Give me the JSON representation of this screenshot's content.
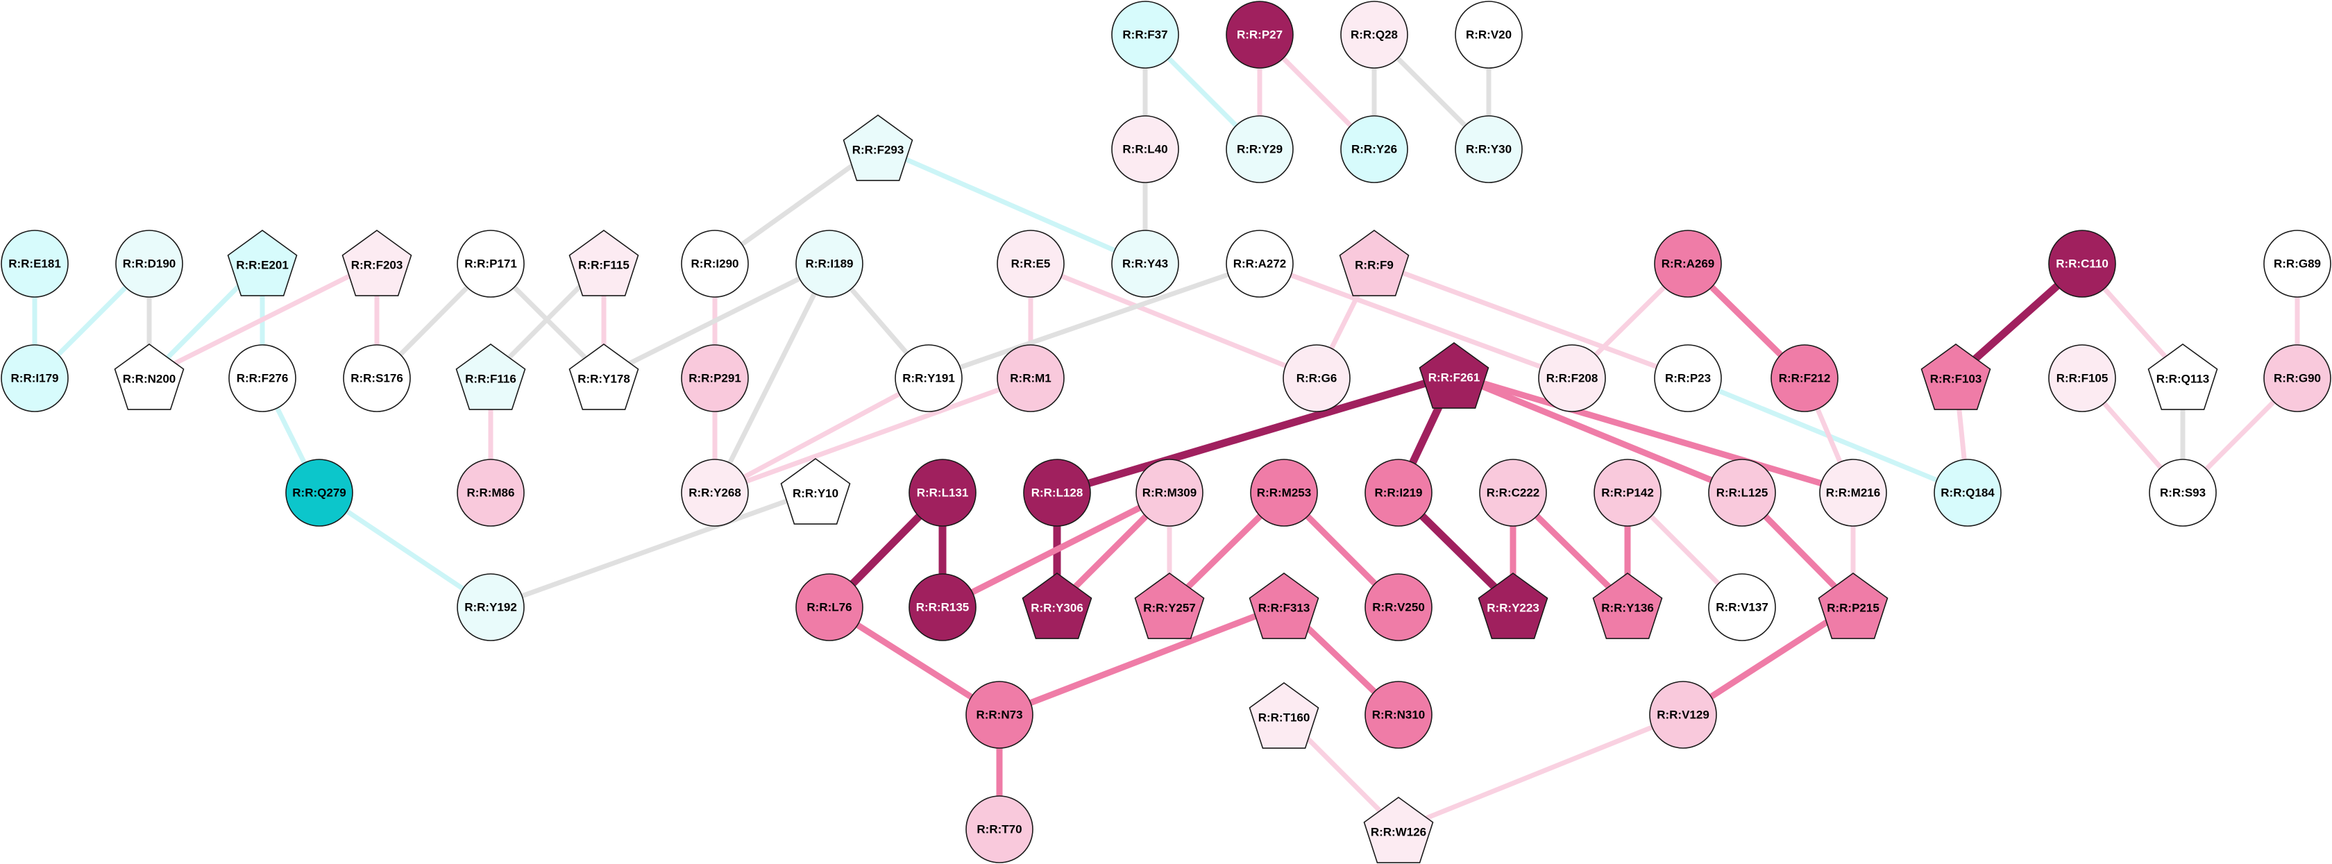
{
  "colors": {
    "white": "#ffffff",
    "cyan_light": "#e9fbfb",
    "cyan_mid": "#d7fbfc",
    "cyan_dark": "#0cc6cb",
    "pink_light": "#fcebf2",
    "pink_mid": "#f9c9dc",
    "pink_strong": "#ef7ca7",
    "magenta": "#a0205e",
    "edge_grey": "#e0e0e0",
    "edge_cyan": "#ccf5f7",
    "edge_pink_light": "#f9d1e1",
    "edge_pink": "#ef7ca7",
    "edge_magenta": "#a0205e"
  },
  "nodes": [
    {
      "id": "F37",
      "label": "R:R:F37",
      "shape": "circle",
      "fill": "cyan_mid"
    },
    {
      "id": "P27",
      "label": "R:R:P27",
      "shape": "circle",
      "fill": "magenta"
    },
    {
      "id": "Q28",
      "label": "R:R:Q28",
      "shape": "circle",
      "fill": "pink_light"
    },
    {
      "id": "V20",
      "label": "R:R:V20",
      "shape": "circle",
      "fill": "white"
    },
    {
      "id": "L40",
      "label": "R:R:L40",
      "shape": "circle",
      "fill": "pink_light"
    },
    {
      "id": "Y29",
      "label": "R:R:Y29",
      "shape": "circle",
      "fill": "cyan_light"
    },
    {
      "id": "Y26",
      "label": "R:R:Y26",
      "shape": "circle",
      "fill": "cyan_mid"
    },
    {
      "id": "Y30",
      "label": "R:R:Y30",
      "shape": "circle",
      "fill": "cyan_light"
    },
    {
      "id": "F293",
      "label": "R:R:F293",
      "shape": "pentagon",
      "fill": "cyan_light"
    },
    {
      "id": "E181",
      "label": "R:R:E181",
      "shape": "circle",
      "fill": "cyan_mid"
    },
    {
      "id": "D190",
      "label": "R:R:D190",
      "shape": "circle",
      "fill": "cyan_light"
    },
    {
      "id": "E201",
      "label": "R:R:E201",
      "shape": "pentagon",
      "fill": "cyan_mid"
    },
    {
      "id": "F203",
      "label": "R:R:F203",
      "shape": "pentagon",
      "fill": "pink_light"
    },
    {
      "id": "P171",
      "label": "R:R:P171",
      "shape": "circle",
      "fill": "white"
    },
    {
      "id": "F115",
      "label": "R:R:F115",
      "shape": "pentagon",
      "fill": "pink_light"
    },
    {
      "id": "I290",
      "label": "R:R:I290",
      "shape": "circle",
      "fill": "white"
    },
    {
      "id": "I189",
      "label": "R:R:I189",
      "shape": "circle",
      "fill": "cyan_light"
    },
    {
      "id": "E5",
      "label": "R:R:E5",
      "shape": "circle",
      "fill": "pink_light"
    },
    {
      "id": "Y43",
      "label": "R:R:Y43",
      "shape": "circle",
      "fill": "cyan_light"
    },
    {
      "id": "A272",
      "label": "R:R:A272",
      "shape": "circle",
      "fill": "white"
    },
    {
      "id": "F9",
      "label": "R:R:F9",
      "shape": "pentagon",
      "fill": "pink_mid"
    },
    {
      "id": "A269",
      "label": "R:R:A269",
      "shape": "circle",
      "fill": "pink_strong"
    },
    {
      "id": "C110",
      "label": "R:R:C110",
      "shape": "circle",
      "fill": "magenta"
    },
    {
      "id": "G89",
      "label": "R:R:G89",
      "shape": "circle",
      "fill": "white"
    },
    {
      "id": "I179",
      "label": "R:R:I179",
      "shape": "circle",
      "fill": "cyan_mid"
    },
    {
      "id": "N200",
      "label": "R:R:N200",
      "shape": "pentagon",
      "fill": "white"
    },
    {
      "id": "F276",
      "label": "R:R:F276",
      "shape": "circle",
      "fill": "white"
    },
    {
      "id": "S176",
      "label": "R:R:S176",
      "shape": "circle",
      "fill": "white"
    },
    {
      "id": "F116",
      "label": "R:R:F116",
      "shape": "pentagon",
      "fill": "cyan_light"
    },
    {
      "id": "Y178",
      "label": "R:R:Y178",
      "shape": "pentagon",
      "fill": "white"
    },
    {
      "id": "P291",
      "label": "R:R:P291",
      "shape": "circle",
      "fill": "pink_mid"
    },
    {
      "id": "Y191",
      "label": "R:R:Y191",
      "shape": "circle",
      "fill": "white"
    },
    {
      "id": "M1",
      "label": "R:R:M1",
      "shape": "circle",
      "fill": "pink_mid"
    },
    {
      "id": "G6",
      "label": "R:R:G6",
      "shape": "circle",
      "fill": "pink_light"
    },
    {
      "id": "F261",
      "label": "R:R:F261",
      "shape": "pentagon",
      "fill": "magenta"
    },
    {
      "id": "F208",
      "label": "R:R:F208",
      "shape": "circle",
      "fill": "pink_light"
    },
    {
      "id": "P23",
      "label": "R:R:P23",
      "shape": "circle",
      "fill": "white"
    },
    {
      "id": "F212",
      "label": "R:R:F212",
      "shape": "circle",
      "fill": "pink_strong"
    },
    {
      "id": "F103",
      "label": "R:R:F103",
      "shape": "pentagon",
      "fill": "pink_strong"
    },
    {
      "id": "F105",
      "label": "R:R:F105",
      "shape": "circle",
      "fill": "pink_light"
    },
    {
      "id": "Q113",
      "label": "R:R:Q113",
      "shape": "pentagon",
      "fill": "white"
    },
    {
      "id": "G90",
      "label": "R:R:G90",
      "shape": "circle",
      "fill": "pink_mid"
    },
    {
      "id": "Q279",
      "label": "R:R:Q279",
      "shape": "circle",
      "fill": "cyan_dark"
    },
    {
      "id": "M86",
      "label": "R:R:M86",
      "shape": "circle",
      "fill": "pink_mid"
    },
    {
      "id": "Y268",
      "label": "R:R:Y268",
      "shape": "circle",
      "fill": "pink_light"
    },
    {
      "id": "Y10",
      "label": "R:R:Y10",
      "shape": "pentagon",
      "fill": "white"
    },
    {
      "id": "L131",
      "label": "R:R:L131",
      "shape": "circle",
      "fill": "magenta"
    },
    {
      "id": "L128",
      "label": "R:R:L128",
      "shape": "circle",
      "fill": "magenta"
    },
    {
      "id": "M309",
      "label": "R:R:M309",
      "shape": "circle",
      "fill": "pink_mid"
    },
    {
      "id": "M253",
      "label": "R:R:M253",
      "shape": "circle",
      "fill": "pink_strong"
    },
    {
      "id": "I219",
      "label": "R:R:I219",
      "shape": "circle",
      "fill": "pink_strong"
    },
    {
      "id": "C222",
      "label": "R:R:C222",
      "shape": "circle",
      "fill": "pink_mid"
    },
    {
      "id": "P142",
      "label": "R:R:P142",
      "shape": "circle",
      "fill": "pink_mid"
    },
    {
      "id": "L125",
      "label": "R:R:L125",
      "shape": "circle",
      "fill": "pink_mid"
    },
    {
      "id": "M216",
      "label": "R:R:M216",
      "shape": "circle",
      "fill": "pink_light"
    },
    {
      "id": "Q184",
      "label": "R:R:Q184",
      "shape": "circle",
      "fill": "cyan_mid"
    },
    {
      "id": "S93",
      "label": "R:R:S93",
      "shape": "circle",
      "fill": "white"
    },
    {
      "id": "Y192",
      "label": "R:R:Y192",
      "shape": "circle",
      "fill": "cyan_light"
    },
    {
      "id": "L76",
      "label": "R:R:L76",
      "shape": "circle",
      "fill": "pink_strong"
    },
    {
      "id": "R135",
      "label": "R:R:R135",
      "shape": "circle",
      "fill": "magenta"
    },
    {
      "id": "Y306",
      "label": "R:R:Y306",
      "shape": "pentagon",
      "fill": "magenta"
    },
    {
      "id": "Y257",
      "label": "R:R:Y257",
      "shape": "pentagon",
      "fill": "pink_strong"
    },
    {
      "id": "F313",
      "label": "R:R:F313",
      "shape": "pentagon",
      "fill": "pink_strong"
    },
    {
      "id": "V250",
      "label": "R:R:V250",
      "shape": "circle",
      "fill": "pink_strong"
    },
    {
      "id": "Y223",
      "label": "R:R:Y223",
      "shape": "pentagon",
      "fill": "magenta"
    },
    {
      "id": "Y136",
      "label": "R:R:Y136",
      "shape": "pentagon",
      "fill": "pink_strong"
    },
    {
      "id": "V137",
      "label": "R:R:V137",
      "shape": "circle",
      "fill": "white"
    },
    {
      "id": "P215",
      "label": "R:R:P215",
      "shape": "pentagon",
      "fill": "pink_strong"
    },
    {
      "id": "N73",
      "label": "R:R:N73",
      "shape": "circle",
      "fill": "pink_strong"
    },
    {
      "id": "T160",
      "label": "R:R:T160",
      "shape": "pentagon",
      "fill": "pink_light"
    },
    {
      "id": "N310",
      "label": "R:R:N310",
      "shape": "circle",
      "fill": "pink_strong"
    },
    {
      "id": "V129",
      "label": "R:R:V129",
      "shape": "circle",
      "fill": "pink_mid"
    },
    {
      "id": "T70",
      "label": "R:R:T70",
      "shape": "circle",
      "fill": "pink_mid"
    },
    {
      "id": "W126",
      "label": "R:R:W126",
      "shape": "pentagon",
      "fill": "pink_light"
    }
  ],
  "edges": [
    {
      "from": "F37",
      "to": "L40",
      "color": "edge_grey",
      "weight": "thin"
    },
    {
      "from": "F37",
      "to": "Y29",
      "color": "edge_cyan",
      "weight": "thin"
    },
    {
      "from": "P27",
      "to": "Y29",
      "color": "edge_pink_light",
      "weight": "thin"
    },
    {
      "from": "P27",
      "to": "Y26",
      "color": "edge_pink_light",
      "weight": "thin"
    },
    {
      "from": "Q28",
      "to": "Y26",
      "color": "edge_grey",
      "weight": "thin"
    },
    {
      "from": "Q28",
      "to": "Y30",
      "color": "edge_grey",
      "weight": "thin"
    },
    {
      "from": "V20",
      "to": "Y30",
      "color": "edge_grey",
      "weight": "thin"
    },
    {
      "from": "L40",
      "to": "Y43",
      "color": "edge_grey",
      "weight": "thin"
    },
    {
      "from": "F293",
      "to": "Y43",
      "color": "edge_cyan",
      "weight": "thin"
    },
    {
      "from": "F293",
      "to": "I290",
      "color": "edge_grey",
      "weight": "thin"
    },
    {
      "from": "E181",
      "to": "I179",
      "color": "edge_cyan",
      "weight": "thin"
    },
    {
      "from": "D190",
      "to": "N200",
      "color": "edge_grey",
      "weight": "thin"
    },
    {
      "from": "D190",
      "to": "I179",
      "color": "edge_cyan",
      "weight": "thin"
    },
    {
      "from": "E201",
      "to": "N200",
      "color": "edge_cyan",
      "weight": "thin"
    },
    {
      "from": "E201",
      "to": "F276",
      "color": "edge_cyan",
      "weight": "thin"
    },
    {
      "from": "F203",
      "to": "N200",
      "color": "edge_pink_light",
      "weight": "thin"
    },
    {
      "from": "F203",
      "to": "S176",
      "color": "edge_pink_light",
      "weight": "thin"
    },
    {
      "from": "P171",
      "to": "S176",
      "color": "edge_grey",
      "weight": "thin"
    },
    {
      "from": "P171",
      "to": "Y178",
      "color": "edge_grey",
      "weight": "thin"
    },
    {
      "from": "F115",
      "to": "F116",
      "color": "edge_grey",
      "weight": "thin"
    },
    {
      "from": "F115",
      "to": "Y178",
      "color": "edge_pink_light",
      "weight": "thin"
    },
    {
      "from": "I290",
      "to": "P291",
      "color": "edge_pink_light",
      "weight": "thin"
    },
    {
      "from": "I189",
      "to": "Y178",
      "color": "edge_grey",
      "weight": "thin"
    },
    {
      "from": "I189",
      "to": "Y191",
      "color": "edge_grey",
      "weight": "thin"
    },
    {
      "from": "I189",
      "to": "Y268",
      "color": "edge_grey",
      "weight": "thin"
    },
    {
      "from": "E5",
      "to": "M1",
      "color": "edge_pink_light",
      "weight": "thin"
    },
    {
      "from": "E5",
      "to": "G6",
      "color": "edge_pink_light",
      "weight": "thin"
    },
    {
      "from": "A272",
      "to": "Y191",
      "color": "edge_grey",
      "weight": "thin"
    },
    {
      "from": "A272",
      "to": "F208",
      "color": "edge_pink_light",
      "weight": "thin"
    },
    {
      "from": "F9",
      "to": "G6",
      "color": "edge_pink_light",
      "weight": "thin"
    },
    {
      "from": "F9",
      "to": "P23",
      "color": "edge_pink_light",
      "weight": "thin"
    },
    {
      "from": "A269",
      "to": "F208",
      "color": "edge_pink_light",
      "weight": "thin"
    },
    {
      "from": "A269",
      "to": "F212",
      "color": "edge_pink",
      "weight": "medium"
    },
    {
      "from": "C110",
      "to": "F103",
      "color": "edge_magenta",
      "weight": "thick"
    },
    {
      "from": "C110",
      "to": "Q113",
      "color": "edge_pink_light",
      "weight": "thin"
    },
    {
      "from": "G89",
      "to": "G90",
      "color": "edge_pink_light",
      "weight": "thin"
    },
    {
      "from": "F276",
      "to": "Q279",
      "color": "edge_cyan",
      "weight": "thin"
    },
    {
      "from": "F116",
      "to": "M86",
      "color": "edge_pink_light",
      "weight": "thin"
    },
    {
      "from": "P291",
      "to": "Y268",
      "color": "edge_pink_light",
      "weight": "thin"
    },
    {
      "from": "Y191",
      "to": "Y268",
      "color": "edge_pink_light",
      "weight": "thin"
    },
    {
      "from": "M1",
      "to": "Y268",
      "color": "edge_pink_light",
      "weight": "thin"
    },
    {
      "from": "F261",
      "to": "L128",
      "color": "edge_magenta",
      "weight": "thick"
    },
    {
      "from": "F261",
      "to": "I219",
      "color": "edge_magenta",
      "weight": "thick"
    },
    {
      "from": "F261",
      "to": "L125",
      "color": "edge_pink",
      "weight": "medium"
    },
    {
      "from": "F261",
      "to": "M216",
      "color": "edge_pink",
      "weight": "medium"
    },
    {
      "from": "P23",
      "to": "Q184",
      "color": "edge_cyan",
      "weight": "thin"
    },
    {
      "from": "F212",
      "to": "M216",
      "color": "edge_pink_light",
      "weight": "thin"
    },
    {
      "from": "F103",
      "to": "Q184",
      "color": "edge_pink_light",
      "weight": "thin"
    },
    {
      "from": "F105",
      "to": "S93",
      "color": "edge_pink_light",
      "weight": "thin"
    },
    {
      "from": "Q113",
      "to": "S93",
      "color": "edge_grey",
      "weight": "thin"
    },
    {
      "from": "G90",
      "to": "S93",
      "color": "edge_pink_light",
      "weight": "thin"
    },
    {
      "from": "Q279",
      "to": "Y192",
      "color": "edge_cyan",
      "weight": "thin"
    },
    {
      "from": "Y10",
      "to": "Y192",
      "color": "edge_grey",
      "weight": "thin"
    },
    {
      "from": "L131",
      "to": "L76",
      "color": "edge_magenta",
      "weight": "thick"
    },
    {
      "from": "L131",
      "to": "R135",
      "color": "edge_magenta",
      "weight": "thick"
    },
    {
      "from": "L128",
      "to": "Y306",
      "color": "edge_magenta",
      "weight": "thick"
    },
    {
      "from": "M309",
      "to": "R135",
      "color": "edge_pink",
      "weight": "medium"
    },
    {
      "from": "M309",
      "to": "Y306",
      "color": "edge_pink",
      "weight": "medium"
    },
    {
      "from": "M309",
      "to": "Y257",
      "color": "edge_pink_light",
      "weight": "thin"
    },
    {
      "from": "M253",
      "to": "Y257",
      "color": "edge_pink",
      "weight": "medium"
    },
    {
      "from": "M253",
      "to": "V250",
      "color": "edge_pink",
      "weight": "medium"
    },
    {
      "from": "I219",
      "to": "Y223",
      "color": "edge_magenta",
      "weight": "thick"
    },
    {
      "from": "C222",
      "to": "Y223",
      "color": "edge_pink",
      "weight": "medium"
    },
    {
      "from": "C222",
      "to": "Y136",
      "color": "edge_pink",
      "weight": "medium"
    },
    {
      "from": "P142",
      "to": "Y136",
      "color": "edge_pink",
      "weight": "medium"
    },
    {
      "from": "P142",
      "to": "V137",
      "color": "edge_pink_light",
      "weight": "thin"
    },
    {
      "from": "L125",
      "to": "P215",
      "color": "edge_pink",
      "weight": "medium"
    },
    {
      "from": "M216",
      "to": "P215",
      "color": "edge_pink_light",
      "weight": "thin"
    },
    {
      "from": "L76",
      "to": "N73",
      "color": "edge_pink",
      "weight": "medium"
    },
    {
      "from": "F313",
      "to": "N73",
      "color": "edge_pink",
      "weight": "medium"
    },
    {
      "from": "F313",
      "to": "N310",
      "color": "edge_pink",
      "weight": "medium"
    },
    {
      "from": "N73",
      "to": "T70",
      "color": "edge_pink",
      "weight": "medium"
    },
    {
      "from": "P215",
      "to": "V129",
      "color": "edge_pink",
      "weight": "medium"
    },
    {
      "from": "T160",
      "to": "W126",
      "color": "edge_pink_light",
      "weight": "thin"
    },
    {
      "from": "V129",
      "to": "W126",
      "color": "edge_pink_light",
      "weight": "thin"
    }
  ]
}
